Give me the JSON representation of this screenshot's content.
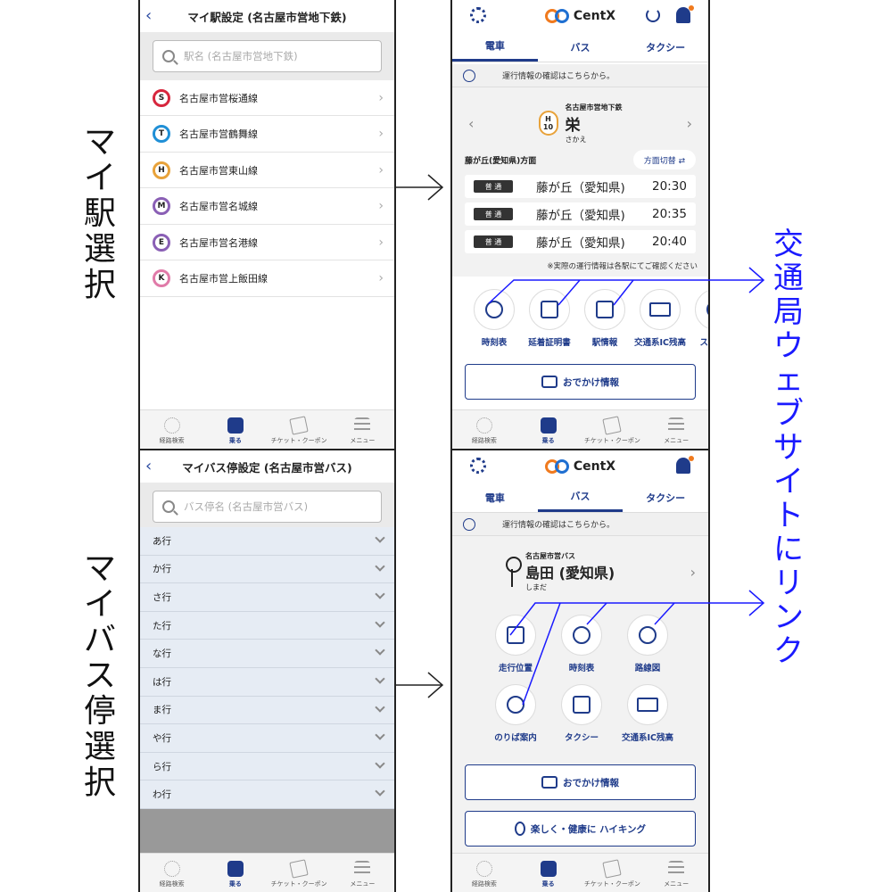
{
  "labels": {
    "station_select": [
      "マ",
      "イ",
      "駅",
      "選",
      "択"
    ],
    "bus_select": [
      "マ",
      "イ",
      "バ",
      "ス",
      "停",
      "選",
      "択"
    ],
    "link_note": [
      "交",
      "通",
      "局",
      "ウ",
      "ェ",
      "ブ",
      "サ",
      "イ",
      "ト",
      "に",
      "リ",
      "ン",
      "ク"
    ]
  },
  "station_settings": {
    "back": "‹",
    "title": "マイ駅設定 (名古屋市営地下鉄)",
    "search_placeholder": "駅名 (名古屋市営地下鉄)",
    "lines": [
      {
        "badge": "S",
        "color": "#d7263d",
        "name": "名古屋市営桜通線"
      },
      {
        "badge": "T",
        "color": "#1f8fd6",
        "name": "名古屋市営鶴舞線"
      },
      {
        "badge": "H",
        "color": "#e8a23a",
        "name": "名古屋市営東山線"
      },
      {
        "badge": "M",
        "color": "#8a5fb5",
        "name": "名古屋市営名城線"
      },
      {
        "badge": "E",
        "color": "#8a5fb5",
        "name": "名古屋市営名港線"
      },
      {
        "badge": "K",
        "color": "#e07aa8",
        "name": "名古屋市営上飯田線"
      }
    ]
  },
  "bus_settings": {
    "back": "‹",
    "title": "マイバス停設定 (名古屋市営バス)",
    "search_placeholder": "バス停名 (名古屋市営バス)",
    "groups": [
      "あ行",
      "か行",
      "さ行",
      "た行",
      "な行",
      "は行",
      "ま行",
      "や行",
      "ら行",
      "わ行"
    ]
  },
  "tabbar": {
    "route": "経路検索",
    "ride": "乗る",
    "ticket": "チケット・クーポン",
    "menu": "メニュー"
  },
  "app": {
    "logo": "CentX",
    "tabs": [
      "電車",
      "バス",
      "タクシー"
    ]
  },
  "train": {
    "info": "運行情報の確認はこちらから。",
    "operator": "名古屋市営地下鉄",
    "badge_letter": "H",
    "badge_num": "10",
    "station": "栄",
    "reading": "さかえ",
    "direction": "藤が丘(愛知県)方面",
    "switch": "方面切替 ⇄",
    "departures": [
      {
        "type": "普 通",
        "dest": "藤が丘（愛知県)",
        "time": "20:30"
      },
      {
        "type": "普 通",
        "dest": "藤が丘（愛知県)",
        "time": "20:35"
      },
      {
        "type": "普 通",
        "dest": "藤が丘（愛知県)",
        "time": "20:40"
      }
    ],
    "note": "※実際の運行情報は各駅にてご確認ください",
    "shortcuts": [
      "時刻表",
      "延着証明書",
      "駅情報",
      "交通系IC残高",
      "スポ"
    ],
    "outing": "おでかけ情報"
  },
  "bus": {
    "info": "運行情報の確認はこちらから。",
    "operator": "名古屋市営バス",
    "stop": "島田 (愛知県)",
    "reading": "しまだ",
    "shortcuts": [
      "走行位置",
      "時刻表",
      "路線図",
      "のりば案内",
      "タクシー",
      "交通系IC残高"
    ],
    "outing": "おでかけ情報",
    "hiking": "楽しく・健康に ハイキング"
  }
}
